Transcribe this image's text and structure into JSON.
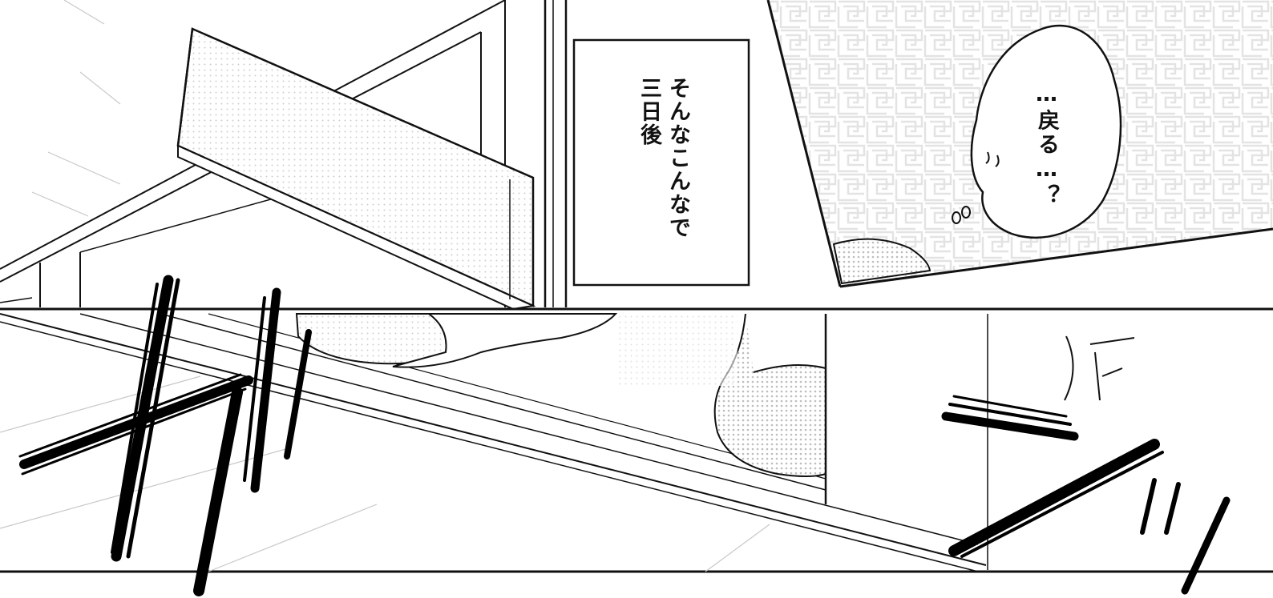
{
  "page": {
    "panel_count": 3,
    "colors": {
      "ink": "#111111",
      "paper": "#ffffff",
      "screentone": "#d9d9d9"
    }
  },
  "panels": [
    {
      "id": "panel-top-left",
      "caption": {
        "line1": "そんなこんなで",
        "line2": "三日後"
      }
    },
    {
      "id": "panel-top-right",
      "speech_bubble": {
        "text": "…戻る…？"
      }
    },
    {
      "id": "panel-bottom",
      "sound_effect": "door-slam"
    }
  ]
}
